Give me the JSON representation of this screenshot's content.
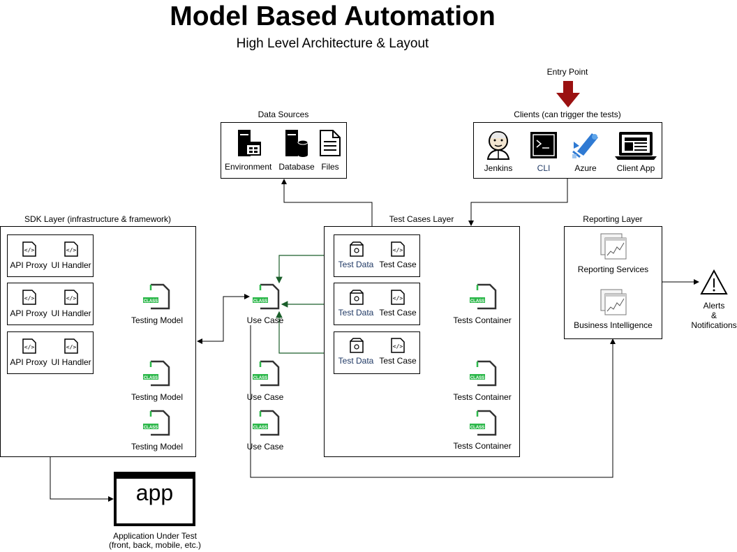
{
  "title": "Model Based Automation",
  "subtitle": "High Level Architecture & Layout",
  "entry_point": "Entry Point",
  "data_sources": {
    "heading": "Data Sources",
    "items": [
      "Environment",
      "Database",
      "Files"
    ]
  },
  "clients": {
    "heading": "Clients (can trigger the tests)",
    "items": [
      "Jenkins",
      "CLI",
      "Azure",
      "Client App"
    ]
  },
  "sdk_layer": {
    "heading": "SDK Layer (infrastructure & framework)",
    "api_proxy": "API Proxy",
    "ui_handler": "UI Handler",
    "testing_model": "Testing Model",
    "class_badge": "CLASS"
  },
  "use_case": "Use Case",
  "test_cases_layer": {
    "heading": "Test Cases Layer",
    "test_data": "Test Data",
    "test_case": "Test Case",
    "tests_container": "Tests Container"
  },
  "reporting_layer": {
    "heading": "Reporting Layer",
    "reporting_services": "Reporting Services",
    "business_intelligence": "Business Intelligence"
  },
  "alerts": [
    "Alerts",
    "&",
    "Notifications"
  ],
  "app": {
    "icon_text": "app",
    "caption_1": "Application Under Test",
    "caption_2": "(front, back, mobile, etc.)"
  },
  "colors": {
    "entry_arrow": "#9b1111",
    "class_badge": "#2db84b",
    "green_links": "#1a5e2a",
    "blue_links": "#1a1a8c",
    "azure": "#2f7ad3"
  }
}
